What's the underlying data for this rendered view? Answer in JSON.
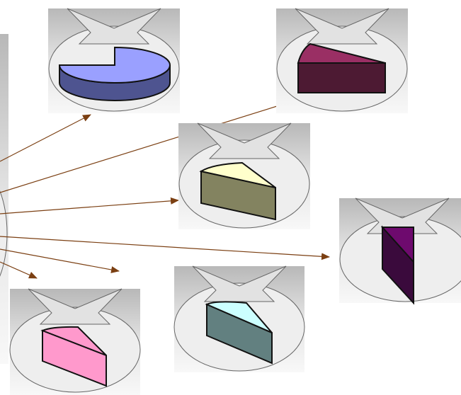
{
  "diagram": {
    "panels": [
      {
        "id": "pie-whole",
        "piece": "large-cut-pie",
        "top_color": "#9aa0ff",
        "side_color": "#4e5490"
      },
      {
        "id": "slice-maroon",
        "piece": "slice",
        "top_color": "#9a2f64",
        "side_color": "#4d1a33"
      },
      {
        "id": "slice-olive",
        "piece": "slice",
        "top_color": "#ffffcc",
        "side_color": "#838360"
      },
      {
        "id": "slice-purple",
        "piece": "slice-upright",
        "top_color": "#6e0a6e",
        "side_color": "#3a0a3c"
      },
      {
        "id": "slice-pink",
        "piece": "slice",
        "top_color": "#ff99cc",
        "side_color": "#ff99cc"
      },
      {
        "id": "slice-teal",
        "piece": "slice",
        "top_color": "#ccffff",
        "side_color": "#628080"
      }
    ],
    "panel_colors": {
      "outline": "#555555",
      "bag_fill": "#e6e6e6"
    },
    "arrow_color": "#7b3f12",
    "arrow_count": 8
  }
}
